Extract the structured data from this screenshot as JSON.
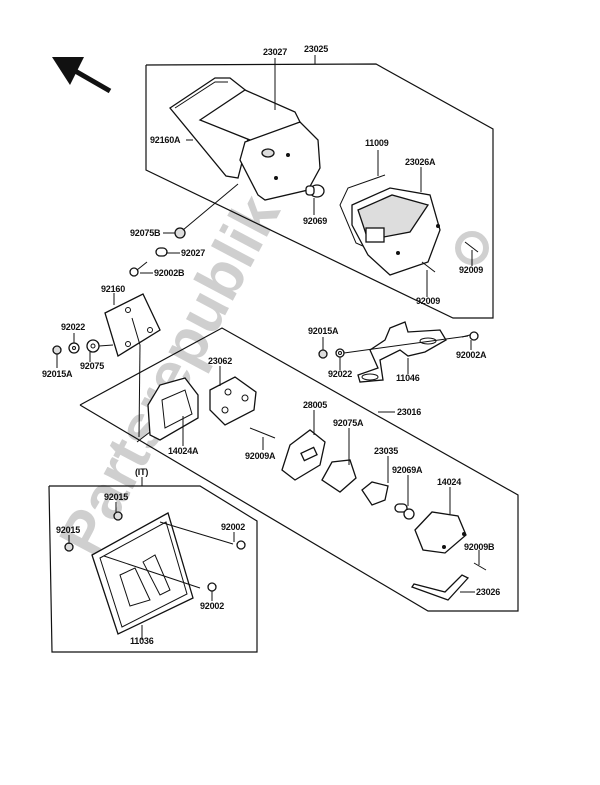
{
  "diagram": {
    "title": "Taillight assembly exploded view",
    "watermark": "Partsrepublik",
    "direction_arrow": "front-direction-arrow",
    "labels": {
      "l23025": "23025",
      "l23027": "23027",
      "l92160A": "92160A",
      "l11009": "11009",
      "l23026A": "23026A",
      "l92069": "92069",
      "l92075B": "92075B",
      "l92027": "92027",
      "l92002B": "92002B",
      "l92009a": "92009",
      "l92009b": "92009",
      "l92160": "92160",
      "l92022a": "92022",
      "l92015A_a": "92015A",
      "l92075": "92075",
      "l92015A_b": "92015A",
      "l92022b": "92022",
      "l92002A": "92002A",
      "l11046": "11046",
      "l23062": "23062",
      "l23016": "23016",
      "l28005": "28005",
      "l92075A": "92075A",
      "l14024A": "14024A",
      "l92009A": "92009A",
      "l23035": "23035",
      "l92069A": "92069A",
      "l14024": "14024",
      "l92009B": "92009B",
      "l23026": "23026",
      "lIT": "(IT)",
      "l92015a": "92015",
      "l92015b": "92015",
      "l92002a": "92002",
      "l92002b": "92002",
      "l11036": "11036"
    }
  }
}
